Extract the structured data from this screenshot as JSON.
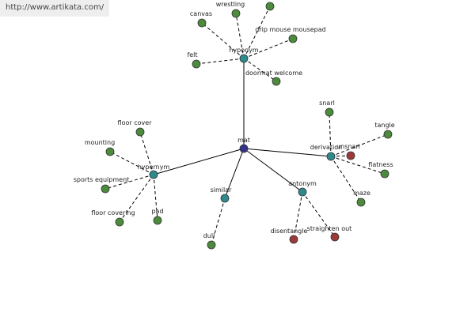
{
  "watermark": {
    "url": "http://www.artikata.com/"
  },
  "colors": {
    "root": "#33338a",
    "relation": "#2e8a8c",
    "synonym": "#4c8a3c",
    "antonym": "#9c3a3a",
    "node_border": "#333333"
  },
  "graph": {
    "root": {
      "label": "mat"
    },
    "relations": [
      {
        "id": "hyponym",
        "label": "hyponym",
        "terms": [
          "canvas",
          "wrestling",
          "drip mouse mousepad",
          "felt",
          "doormat welcome"
        ],
        "extra_nodes": 1
      },
      {
        "id": "hypernym",
        "label": "hypernym",
        "terms": [
          "floor cover",
          "mounting",
          "sports equipment",
          "floor covering",
          "pad"
        ]
      },
      {
        "id": "similar",
        "label": "similar",
        "terms": [
          "dull"
        ]
      },
      {
        "id": "antonym",
        "label": "antonym",
        "terms": [
          "disentangle",
          "straighten out"
        ]
      },
      {
        "id": "derivation",
        "label": "derivation",
        "terms": [
          "snarl",
          "tangle",
          "flatness",
          "maze",
          "unsnarl"
        ]
      }
    ]
  }
}
